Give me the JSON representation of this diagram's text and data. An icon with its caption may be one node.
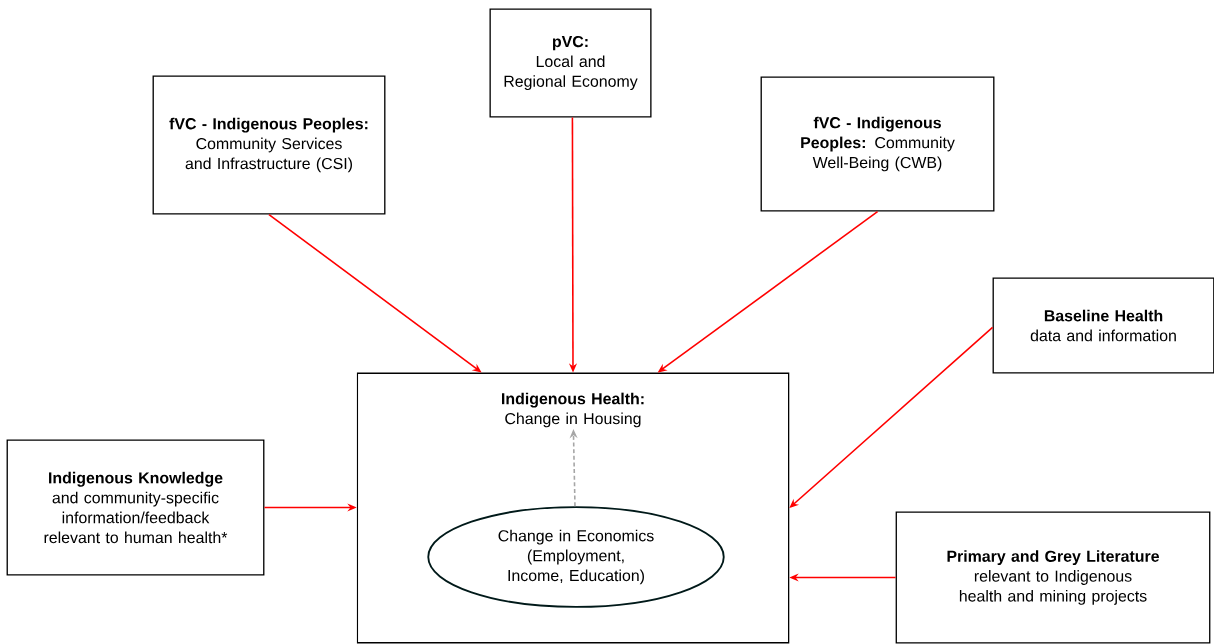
{
  "diagram": {
    "nodes": [
      {
        "text": [
          "**fVC - Indigenous Peoples:** Community Services and Infrastructure (CSI)"
        ]
      },
      {
        "text": [
          "pVC:",
          "Local and Regional Economy"
        ]
      },
      {
        "text": [
          "**fVC - Indigenous Peoples:** Community Well-Being (CWB)"
        ]
      },
      {
        "text": [
          "Baseline Health",
          "data and information"
        ]
      },
      {
        "text": [],
        "shape": "box"
      },
      {
        "text": [
          "Indigenous Health:",
          "Change in Housing"
        ],
        "in": 4
      },
      {
        "text": [
          "Change in Economics (Employment, Income, Education)"
        ],
        "in": 4
      },
      {
        "text": [
          "**Indigenous Knowledge** and community-specific information/feedback relevant to human health*"
        ]
      },
      {
        "text": [
          "**Primary and Grey Literature** relevant to Indigenous health and mining projects"
        ]
      }
    ],
    "edges": [
      {
        "from": 0,
        "to": 4,
        "arrow": "to"
      },
      {
        "from": 1,
        "to": 4,
        "arrow": "to"
      },
      {
        "from": 2,
        "to": 4,
        "arrow": "to"
      },
      {
        "from": 3,
        "to": 4,
        "arrow": "to"
      },
      {
        "from": 7,
        "to": 4,
        "arrow": "to"
      },
      {
        "from": 8,
        "to": 4,
        "arrow": "to"
      },
      {
        "from": 6,
        "to": 5,
        "arrow": "to",
        "style": "dashed",
        "color": "#a6a6a6"
      }
    ]
  }
}
